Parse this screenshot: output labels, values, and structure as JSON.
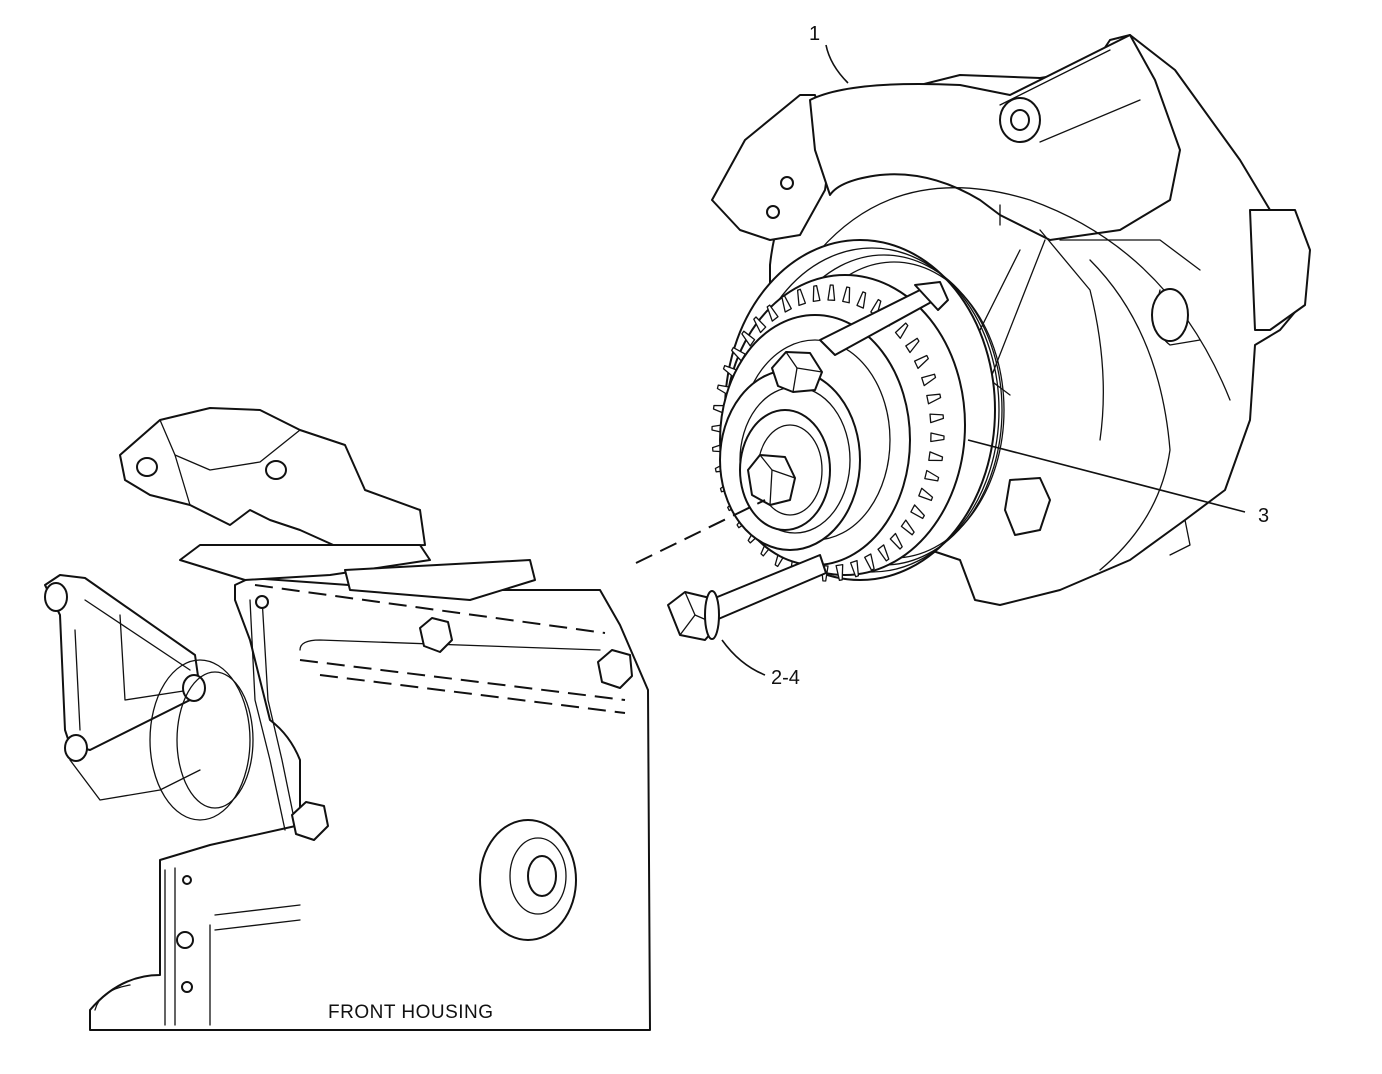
{
  "callouts": {
    "part_1": "1",
    "part_3": "3",
    "part_2_4": "2-4"
  },
  "housing_label": "FRONT HOUSING"
}
